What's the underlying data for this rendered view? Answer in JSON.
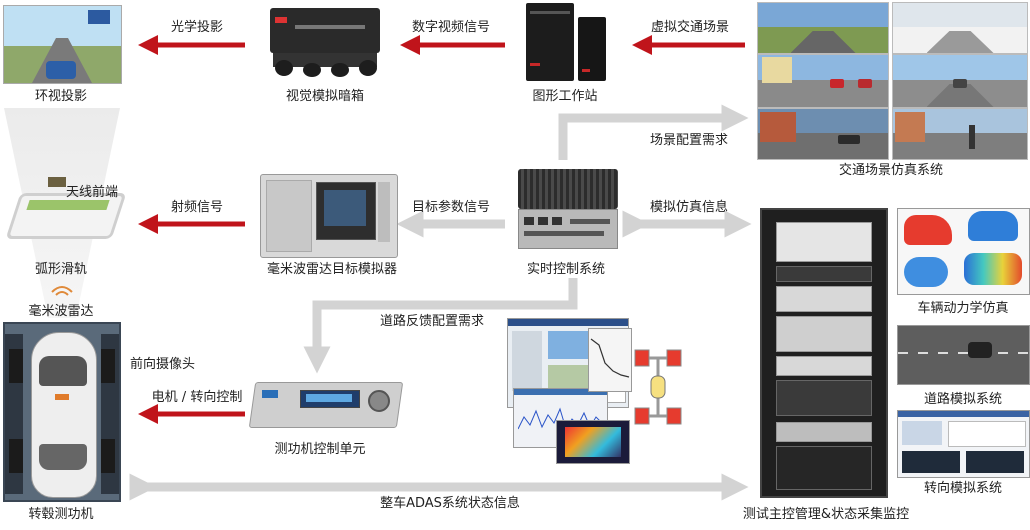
{
  "nodes": {
    "surround_projection": "环视投影",
    "visual_darkbox": "视觉模拟暗箱",
    "graphics_workstation": "图形工作站",
    "traffic_scene_system": "交通场景仿真系统",
    "antenna_front": "天线前端",
    "arc_rail": "弧形滑轨",
    "mmwave_radar": "毫米波雷达",
    "radar_target_sim": "毫米波雷达目标模拟器",
    "realtime_control": "实时控制系统",
    "vehicle_dynamics": "车辆动力学仿真",
    "road_sim": "道路模拟系统",
    "front_camera": "前向摄像头",
    "dyno_control_unit": "测功机控制单元",
    "steering_sim": "转向模拟系统",
    "chassis_dyno": "转毂测功机",
    "test_master": "测试主控管理&状态采集监控"
  },
  "edges": {
    "optical_projection": "光学投影",
    "digital_video": "数字视频信号",
    "virtual_traffic": "虚拟交通场景",
    "scene_config": "场景配置需求",
    "rf_signal": "射频信号",
    "target_params": "目标参数信号",
    "sim_info": "模拟仿真信息",
    "road_feedback": "道路反馈配置需求",
    "motor_steering": "电机 / 转向控制",
    "adas_status": "整车ADAS系统状态信息"
  },
  "colors": {
    "red_arrow": "#c0141b",
    "grey_arrow": "#d3d3d3"
  }
}
